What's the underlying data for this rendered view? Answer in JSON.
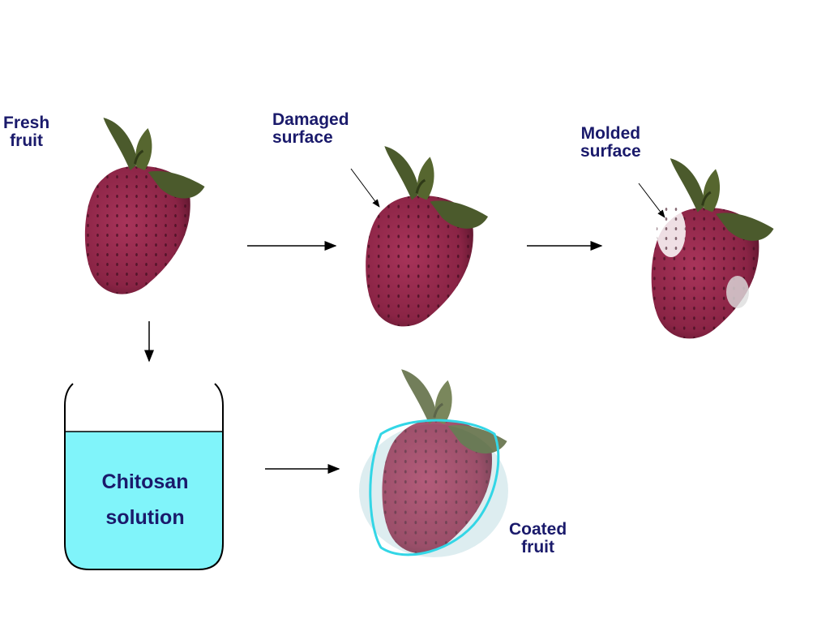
{
  "labels": {
    "fresh": [
      "Fresh",
      "fruit"
    ],
    "damaged": [
      "Damaged",
      "surface"
    ],
    "molded": [
      "Molded",
      "surface"
    ],
    "solution": [
      "Chitosan",
      "solution"
    ],
    "coated": [
      "Coated",
      "fruit"
    ]
  },
  "colors": {
    "text": "#1a1a6b",
    "solution": "#80f4fa",
    "berry": "#8a2445",
    "leaf": "#4b5a2c",
    "coating": "#33d6e6"
  }
}
